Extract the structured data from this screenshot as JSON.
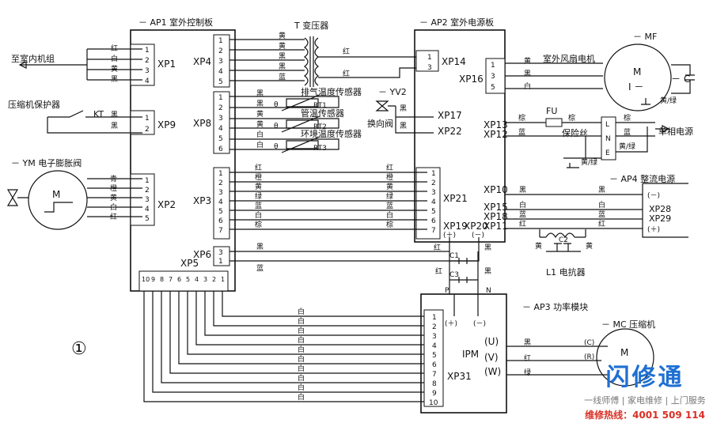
{
  "diagram_number": "①",
  "boards": {
    "ap1": "－ AP1 室外控制板",
    "ap2": "－ AP2 室外电源板",
    "ap3": "－ AP3 功率模块",
    "ap4": "－ AP4 整流电源",
    "ap3_ipm": "IPM"
  },
  "external": {
    "indoor_unit": "至室内机组",
    "comp_protector": "压缩机保护器",
    "kt": "KT",
    "expansion_valve": "－ YM 电子膨胀阀",
    "motor_m": "M",
    "transformer": "T 变压器",
    "exhaust_sensor": "排气温度传感器",
    "pipe_sensor": "管温传感器",
    "env_sensor": "环境温度传感器",
    "rt1": "RT1",
    "rt2": "RT2",
    "rt3": "RT3",
    "theta": "θ",
    "yv2": "－ YV2",
    "reversing_valve": "换向阀",
    "mf": "－ MF",
    "fan_motor": "室外风扇电机",
    "fan_m": "M",
    "fan_i": "I －",
    "fan_c": "－ C",
    "fuse": "FU",
    "fuse_label": "保险丝",
    "single_phase": "单相电源",
    "lne": [
      "L",
      "N",
      "E"
    ],
    "reactor": "L1 电抗器",
    "c2": "C2",
    "c1": "C1",
    "c3": "C3",
    "mc": "－ MC 压缩机",
    "mc_m": "M",
    "plus": "(＋)",
    "minus": "(－)",
    "p": "P",
    "n": "N"
  },
  "connectors": {
    "xp1": "XP1",
    "xp9": "XP9",
    "xp2": "XP2",
    "xp4": "XP4",
    "xp8": "XP8",
    "xp3": "XP3",
    "xp6": "XP6",
    "xp5": "XP5",
    "xp14": "XP14",
    "xp16": "XP16",
    "xp17": "XP17",
    "xp22": "XP22",
    "xp13": "XP13",
    "xp12": "XP12",
    "xp21": "XP21",
    "xp10": "XP10",
    "xp15": "XP15",
    "xp18": "XP18",
    "xp11": "XP11",
    "xp19": "XP19",
    "xp20": "XP20",
    "xp28": "XP28",
    "xp29": "XP29",
    "xp31": "XP31",
    "u": "(U)",
    "v": "(V)",
    "w": "(W)",
    "cu": "(C)",
    "cr": "(R)"
  },
  "wires": {
    "xp1": [
      "红",
      "白",
      "黄",
      "黑"
    ],
    "xp9": [
      "黑",
      "黑"
    ],
    "xp2": [
      "青",
      "橙",
      "黄",
      "白",
      "红"
    ],
    "xp4": [
      "黄",
      "黄",
      "黑",
      "黑",
      "蓝"
    ],
    "xp8": [
      "黑",
      "黑",
      "黄",
      "黄",
      "白",
      "白"
    ],
    "xp3": [
      "红",
      "橙",
      "黄",
      "绿",
      "蓝",
      "白",
      "棕"
    ],
    "xp6": [
      "黑",
      "蓝"
    ],
    "transformer_out": [
      "红",
      "红"
    ],
    "yv2": [
      "黑",
      "黑"
    ],
    "xp16": [
      "黄",
      "黑",
      "白"
    ],
    "xp13": "棕",
    "xp12": "蓝",
    "fuse_wire": "棕",
    "lne": [
      "棕",
      "蓝",
      "黄/绿"
    ],
    "ground": "黄/绿",
    "fan_ground": "黄/绿",
    "xp10": [
      "黑",
      "黑"
    ],
    "xp15": [
      "白",
      "白"
    ],
    "xp18": [
      "蓝",
      "蓝"
    ],
    "xp11": [
      "红",
      "红"
    ],
    "reactor": [
      "黄",
      "黄"
    ],
    "caps": [
      "红",
      "红",
      "黑",
      "黑"
    ],
    "xp31": [
      "白",
      "白",
      "白",
      "白",
      "白",
      "白",
      "白",
      "白",
      "白",
      "白"
    ],
    "uvw": [
      "黑",
      "红",
      "绿"
    ],
    "xp5_pins": [
      "10",
      "9",
      "8",
      "7",
      "6",
      "5",
      "4",
      "3",
      "2",
      "1"
    ]
  },
  "brand": {
    "name": "闪修通",
    "subtitle": "一线师傅 | 家电维修 | 上门服务",
    "hotline": "维修热线：4001 509 114"
  }
}
